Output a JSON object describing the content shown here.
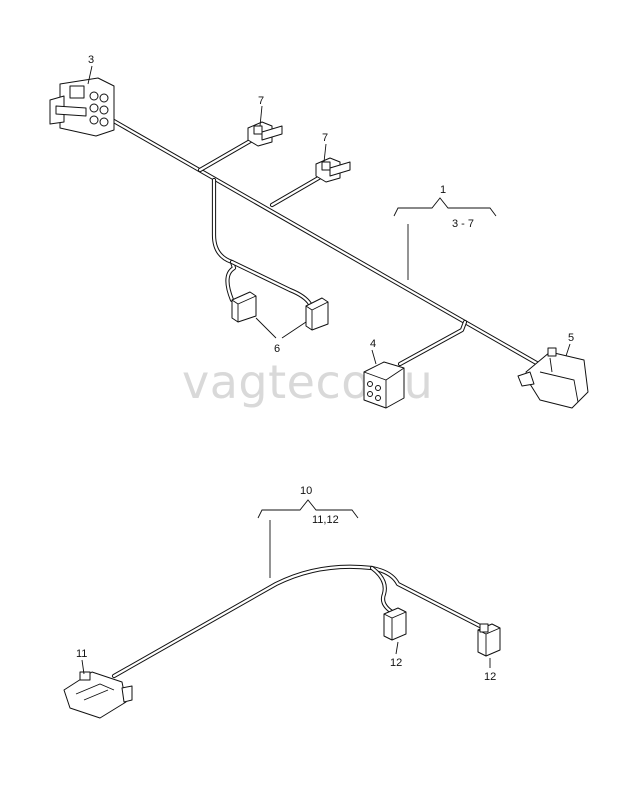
{
  "watermark": "vagteco.ru",
  "assembly_1": {
    "number": "1",
    "range": "3 - 7"
  },
  "assembly_10": {
    "number": "10",
    "range": "11,12"
  },
  "callouts": {
    "c3": "3",
    "c4": "4",
    "c5": "5",
    "c6": "6",
    "c7a": "7",
    "c7b": "7",
    "c11": "11",
    "c12a": "12",
    "c12b": "12"
  }
}
